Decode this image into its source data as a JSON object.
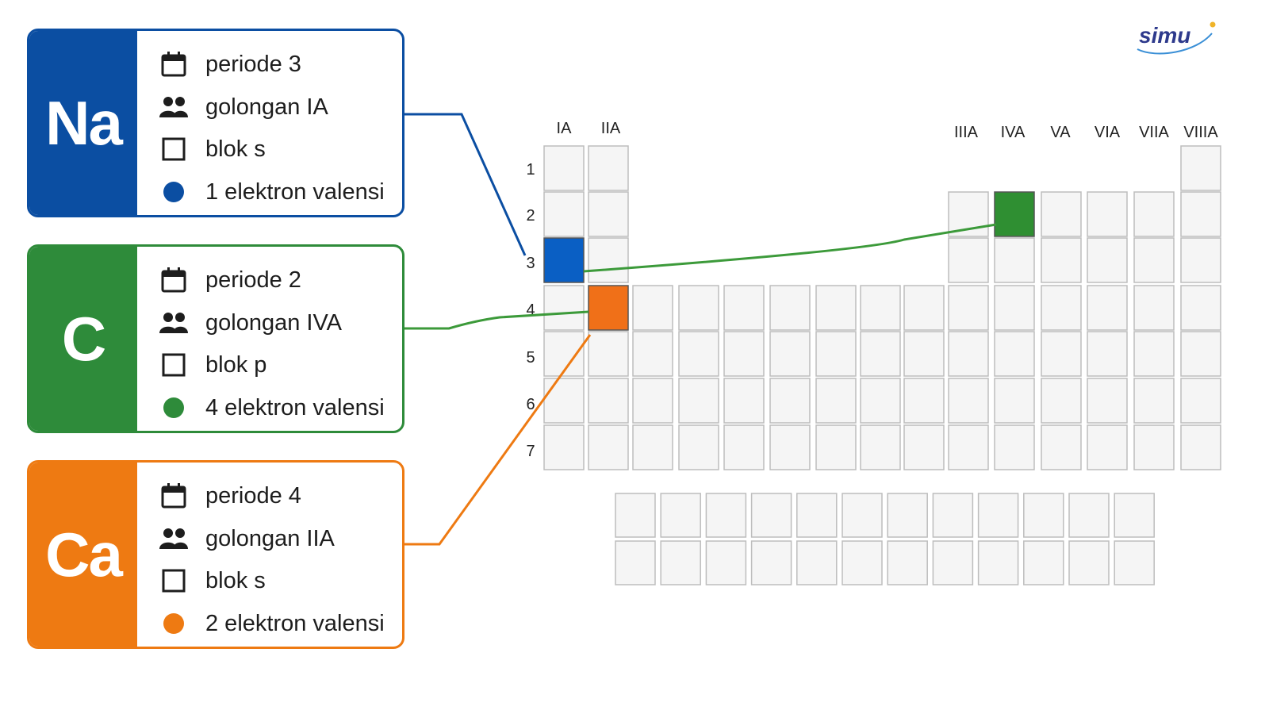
{
  "logo": {
    "text": "simu"
  },
  "cards": [
    {
      "symbol": "Na",
      "color": "#0b4ea2",
      "dot_color": "#0b4ea2",
      "rows": [
        {
          "icon": "calendar-icon",
          "text": "periode 3"
        },
        {
          "icon": "people-icon",
          "text": "golongan IA"
        },
        {
          "icon": "square-icon",
          "text": "blok s"
        },
        {
          "icon": "dot-icon",
          "text": "1 elektron valensi"
        }
      ]
    },
    {
      "symbol": "C",
      "color": "#2e8b3a",
      "dot_color": "#2e8b3a",
      "rows": [
        {
          "icon": "calendar-icon",
          "text": "periode 2"
        },
        {
          "icon": "people-icon",
          "text": "golongan IVA"
        },
        {
          "icon": "square-icon",
          "text": "blok p"
        },
        {
          "icon": "dot-icon",
          "text": "4 elektron valensi"
        }
      ]
    },
    {
      "symbol": "Ca",
      "color": "#ee7a12",
      "dot_color": "#ee7a12",
      "rows": [
        {
          "icon": "calendar-icon",
          "text": "periode 4"
        },
        {
          "icon": "people-icon",
          "text": "golongan IIA"
        },
        {
          "icon": "square-icon",
          "text": "blok s"
        },
        {
          "icon": "dot-icon",
          "text": "2 elektron valensi"
        }
      ]
    }
  ],
  "table": {
    "group_labels_left": [
      "IA",
      "IIA"
    ],
    "group_labels_right": [
      "IIIA",
      "IVA",
      "VA",
      "VIA",
      "VIIA",
      "VIIIA"
    ],
    "period_labels": [
      "1",
      "2",
      "3",
      "4",
      "5",
      "6",
      "7"
    ],
    "highlights": [
      {
        "element": "Na",
        "period": 3,
        "group": "IA",
        "color": "#0a5fc4"
      },
      {
        "element": "C",
        "period": 2,
        "group": "IVA",
        "color": "#2f8f32"
      },
      {
        "element": "Ca",
        "period": 4,
        "group": "IIA",
        "color": "#f07018"
      }
    ]
  }
}
